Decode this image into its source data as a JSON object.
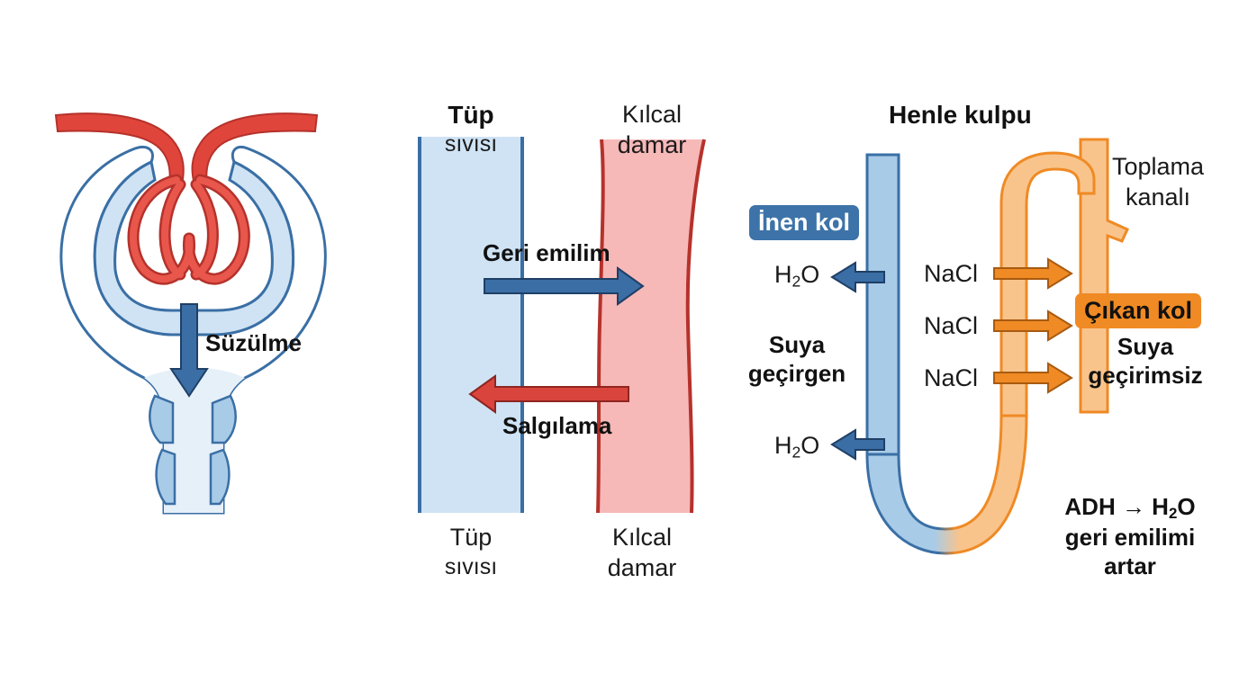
{
  "colors": {
    "vessel_red": "#e0453b",
    "capsule_blue": "#3a6fa5",
    "fluid_blue": "#cfe3f4",
    "capillary_pink": "#f7b8b8",
    "arrow_blue": "#3a6ea5",
    "arrow_red": "#d9453d",
    "loop_orange": "#ef8a24",
    "loop_orange_fill": "#f9c48c"
  },
  "panel1": {
    "filtration_label": "Süzülme"
  },
  "panel2": {
    "top_left_title": "Tüp",
    "top_left_sub": "sıvısı",
    "top_right_1": "Kılcal",
    "top_right_2": "damar",
    "reabsorption_label": "Geri emilim",
    "secretion_label": "Salgılama",
    "bottom_left_1": "Tüp",
    "bottom_left_2": "sıvısı",
    "bottom_right_1": "Kılcal",
    "bottom_right_2": "damar"
  },
  "panel3": {
    "title": "Henle kulpu",
    "collecting_duct_1": "Toplama",
    "collecting_duct_2": "kanalı",
    "descending_badge": "İnen kol",
    "ascending_badge": "Çıkan kol",
    "water_h": "H",
    "water_sub": "2",
    "water_o": "O",
    "nacl": "NaCl",
    "permeable_1": "Suya",
    "permeable_2": "geçirgen",
    "impermeable_1": "Suya",
    "impermeable_2": "geçirimsiz",
    "adh_1_a": "ADH → H",
    "adh_1_sub": "2",
    "adh_1_b": "O",
    "adh_2": "geri emilimi",
    "adh_3": "artar"
  }
}
